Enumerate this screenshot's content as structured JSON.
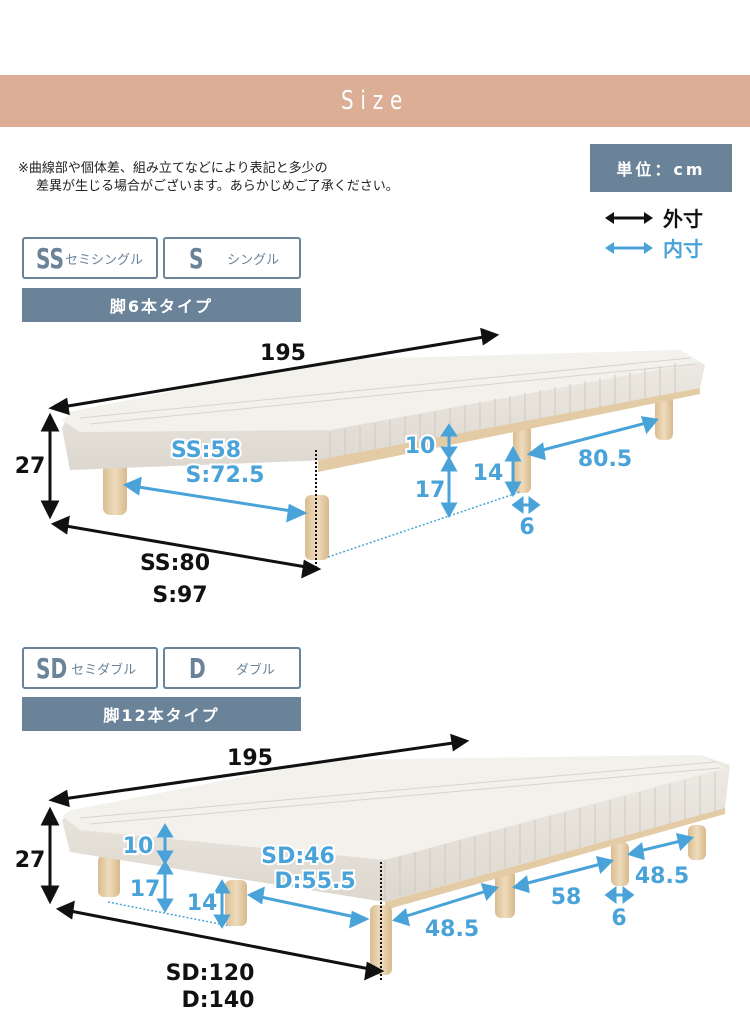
{
  "header": {
    "title": "Size"
  },
  "note": {
    "line1": "※曲線部や個体差、組み立てなどにより表記と多少の",
    "line2": "差異が生じる場合がございます。あらかじめご了承ください。"
  },
  "unit_label": "単位：cm",
  "legend": {
    "outer": {
      "arrow": "⟷",
      "label": "外寸",
      "color": "#111111"
    },
    "inner": {
      "arrow": "⟷",
      "label": "内寸",
      "color": "#4aa3d8"
    }
  },
  "colors": {
    "banner": "#dbae95",
    "slate": "#6a8398",
    "inner_dim": "#4aa3d8",
    "outer_dim": "#111111"
  },
  "section1": {
    "sizes": [
      {
        "code": "SS",
        "label": "セミシングル"
      },
      {
        "code": "S",
        "label": "シングル"
      }
    ],
    "type_label": "脚6本タイプ",
    "dims": {
      "length": "195",
      "height": "27",
      "width_ss": "SS:80",
      "width_s": "S:97",
      "inner_width_ss": "SS:58",
      "inner_width_s": "S:72.5",
      "mattress": "10",
      "clearance": "17",
      "leg_height": "14",
      "leg_spacing": "80.5",
      "leg_diameter": "6"
    }
  },
  "section2": {
    "sizes": [
      {
        "code": "SD",
        "label": "セミダブル"
      },
      {
        "code": "D",
        "label": "ダブル"
      }
    ],
    "type_label": "脚12本タイプ",
    "dims": {
      "length": "195",
      "height": "27",
      "width_sd": "SD:120",
      "width_d": "D:140",
      "inner_width_sd": "SD:46",
      "inner_width_d": "D:55.5",
      "mattress": "10",
      "clearance": "17",
      "leg_height": "14",
      "leg_spacing_1": "48.5",
      "leg_spacing_2": "58",
      "leg_spacing_3": "48.5",
      "leg_diameter": "6"
    }
  }
}
